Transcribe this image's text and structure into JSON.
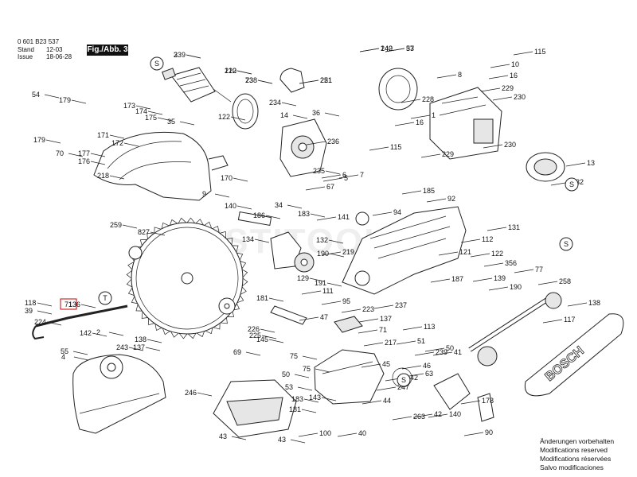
{
  "header": {
    "doc_number": "0 601 B23 537",
    "stand_label": "Stand",
    "stand_value": "12-03",
    "issue_label": "Issue",
    "issue_value": "18-06-28",
    "figure_label": "Fig./Abb. 3"
  },
  "watermark": "TESTITOOLS",
  "notes": [
    "Änderungen vorbehalten",
    "Modifications reserved",
    "Modifications réservées",
    "Salvo modificaciones"
  ],
  "brand": "BOSCH",
  "part_numbers": [
    "3",
    "122",
    "73",
    "251",
    "142",
    "37",
    "115",
    "10",
    "8",
    "16",
    "229",
    "230",
    "54",
    "179",
    "173",
    "174",
    "175",
    "122",
    "234",
    "14",
    "36",
    "228",
    "1",
    "16",
    "179",
    "70",
    "171",
    "172",
    "35",
    "177",
    "176",
    "218",
    "170",
    "236",
    "235",
    "6",
    "115",
    "229",
    "230",
    "13",
    "232",
    "5",
    "7",
    "67",
    "9",
    "185",
    "92",
    "140",
    "34",
    "186",
    "183",
    "141",
    "94",
    "131",
    "259",
    "827",
    "134",
    "132",
    "112",
    "190",
    "219",
    "121",
    "122",
    "356",
    "139",
    "129",
    "191",
    "111",
    "187",
    "190",
    "95",
    "77",
    "258",
    "118",
    "117",
    "138",
    "181",
    "237",
    "47",
    "223",
    "39",
    "224",
    "136",
    "137",
    "71",
    "113",
    "225",
    "226",
    "145",
    "142",
    "2",
    "217",
    "55",
    "4",
    "243",
    "138",
    "137",
    "69",
    "75",
    "75",
    "45",
    "239",
    "46",
    "63",
    "50",
    "53",
    "183",
    "181",
    "142",
    "247",
    "263",
    "42",
    "51",
    "50",
    "246",
    "143",
    "44",
    "140",
    "90",
    "178",
    "43",
    "43",
    "100",
    "40",
    "41",
    "239",
    "210",
    "238",
    "221",
    "240",
    "53"
  ],
  "badge_letters": [
    "S",
    "S",
    "S",
    "T",
    "S"
  ],
  "boxed_part": "71",
  "colors": {
    "ink": "#111111",
    "paper": "#ffffff"
  }
}
